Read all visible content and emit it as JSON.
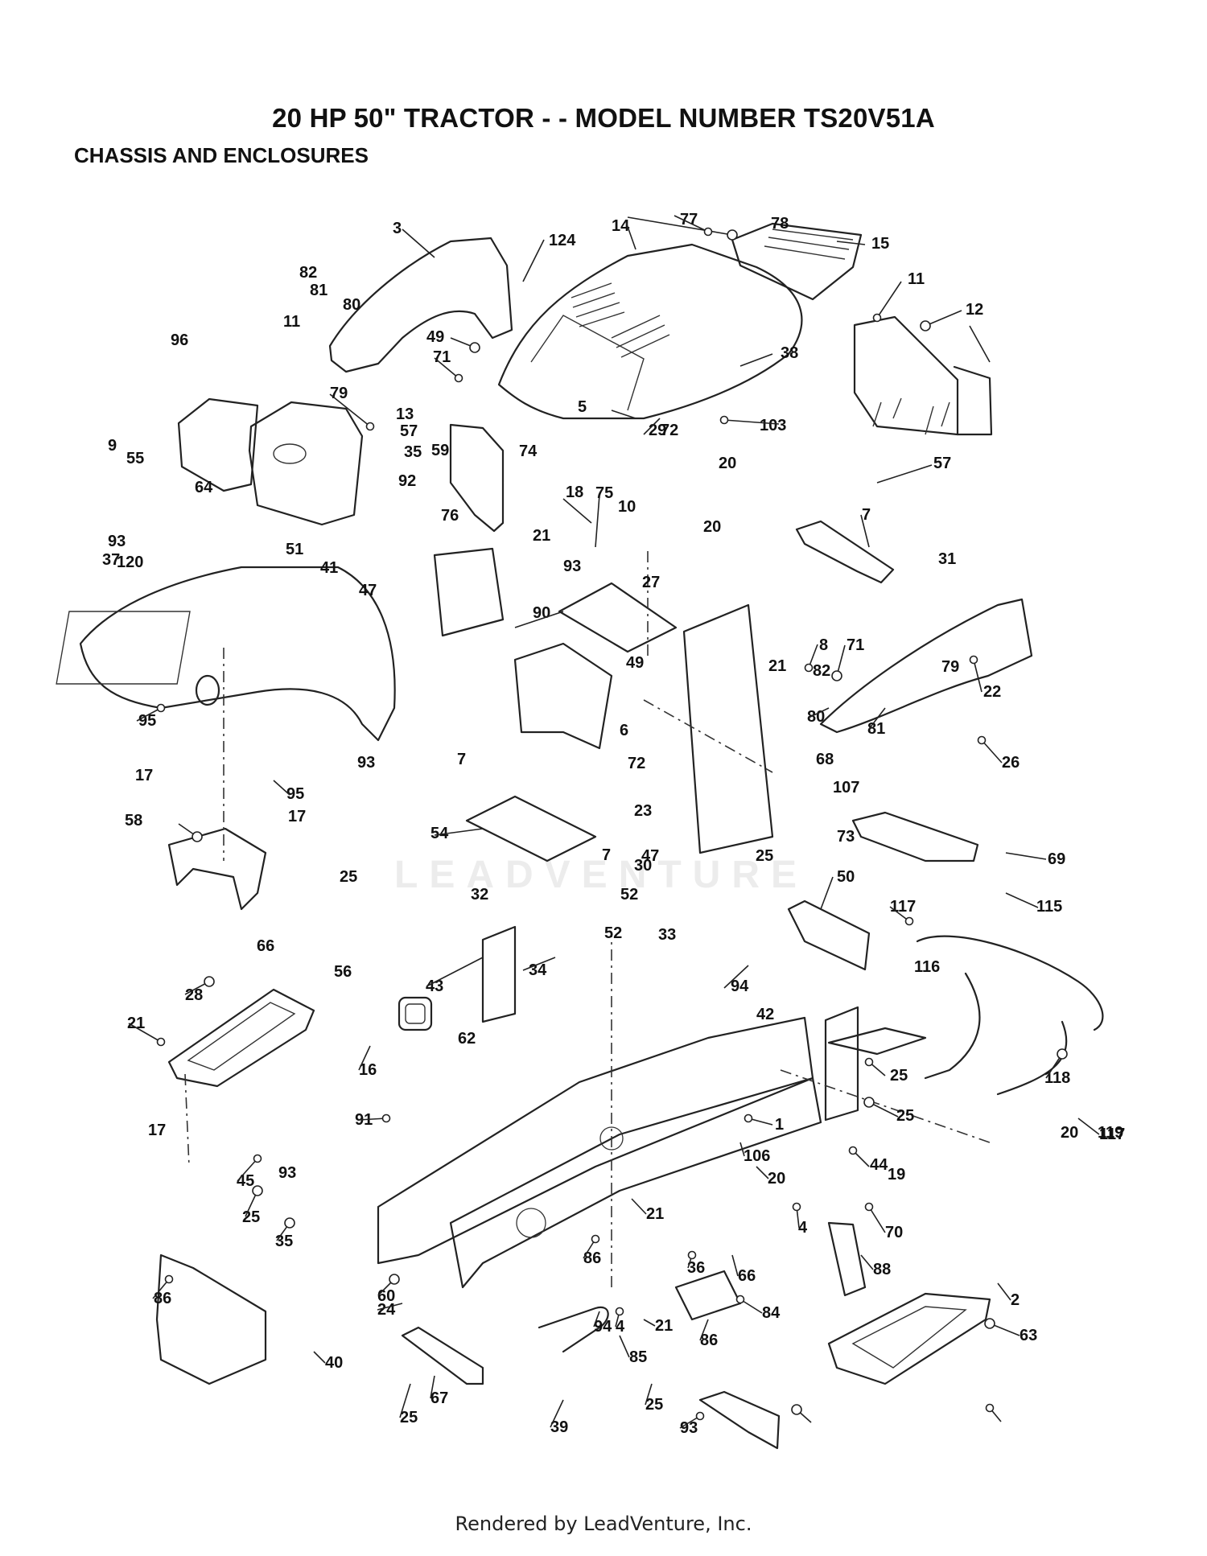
{
  "header": {
    "title": "20 HP 50\" TRACTOR - - MODEL NUMBER TS20V51A",
    "section": "CHASSIS AND ENCLOSURES"
  },
  "watermark": "LEADVENTURE",
  "footer": "Rendered by LeadVenture, Inc.",
  "callouts": [
    "78",
    "77",
    "14",
    "15",
    "124",
    "3",
    "82",
    "81",
    "80",
    "11",
    "12",
    "96",
    "49",
    "71",
    "38",
    "11",
    "79",
    "5",
    "13",
    "103",
    "29",
    "9",
    "57",
    "72",
    "55",
    "35",
    "59",
    "74",
    "64",
    "92",
    "20",
    "57",
    "18",
    "75",
    "76",
    "21",
    "20",
    "10",
    "7",
    "51",
    "93",
    "37",
    "120",
    "93",
    "31",
    "41",
    "47",
    "90",
    "27",
    "8",
    "71",
    "49",
    "21",
    "79",
    "82",
    "22",
    "80",
    "81",
    "95",
    "93",
    "72",
    "6",
    "68",
    "26",
    "17",
    "95",
    "7",
    "107",
    "17",
    "23",
    "73",
    "58",
    "54",
    "47",
    "7",
    "25",
    "69",
    "30",
    "32",
    "52",
    "50",
    "25",
    "117",
    "115",
    "33",
    "56",
    "66",
    "52",
    "34",
    "94",
    "43",
    "116",
    "28",
    "42",
    "21",
    "62",
    "16",
    "25",
    "118",
    "91",
    "1",
    "25",
    "17",
    "93",
    "44",
    "119",
    "117",
    "20",
    "19",
    "45",
    "25",
    "106",
    "20",
    "21",
    "4",
    "70",
    "35",
    "36",
    "86",
    "60",
    "66",
    "2",
    "86",
    "40",
    "84",
    "88",
    "24",
    "63",
    "94",
    "21",
    "86",
    "85",
    "4",
    "67",
    "25",
    "39",
    "25",
    "93"
  ],
  "icons": {
    "bolt": "bolt-icon",
    "washer": "washer-icon",
    "nut": "nut-icon"
  }
}
